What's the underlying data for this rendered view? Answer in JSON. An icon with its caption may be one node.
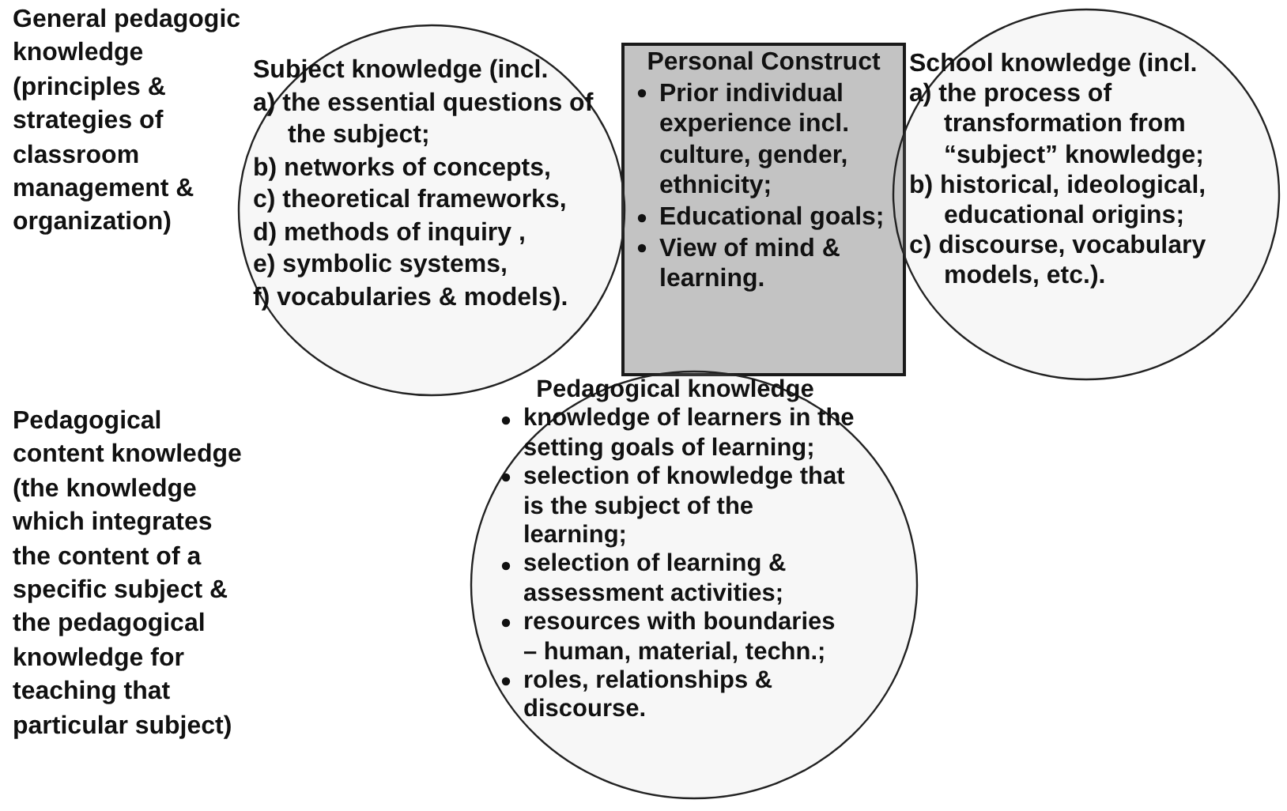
{
  "diagram": {
    "nodes": [
      {
        "text": [
          "Subject knowledge (incl.",
          "a) the essential questions of the subject;",
          "b) networks of concepts,",
          "c) theoretical frameworks,",
          "d) methods of inquiry ,",
          "e) symbolic systems,",
          "f) vocabularies & models)."
        ]
      },
      {
        "text": [
          "School knowledge (incl.",
          "a) the process of transformation from “subject” knowledge;",
          "b) historical, ideological, educational origins;",
          "c) discourse, vocabulary models, etc.)."
        ]
      },
      {
        "text": [
          "Pedagogical knowledge",
          "knowledge of learners in the setting goals of learning;",
          "selection of knowledge that is the subject of the learning;",
          "selection of learning & assessment activities;",
          "resources with boundaries – human, material, techn.;",
          "roles, relationships & discourse."
        ]
      },
      {
        "text": [
          "Personal Construct",
          "Prior individual experience incl. culture, gender, ethnicity;",
          "Educational goals;",
          "View of mind & learning."
        ]
      }
    ],
    "edges": [],
    "labels": [
      "General pedagogic knowledge (principles & strategies of classroom management & organization)",
      "Pedagogical content knowledge (the knowledge which integrates the content of a specific subject & the pedagogical knowledge for teaching that particular subject)"
    ]
  }
}
